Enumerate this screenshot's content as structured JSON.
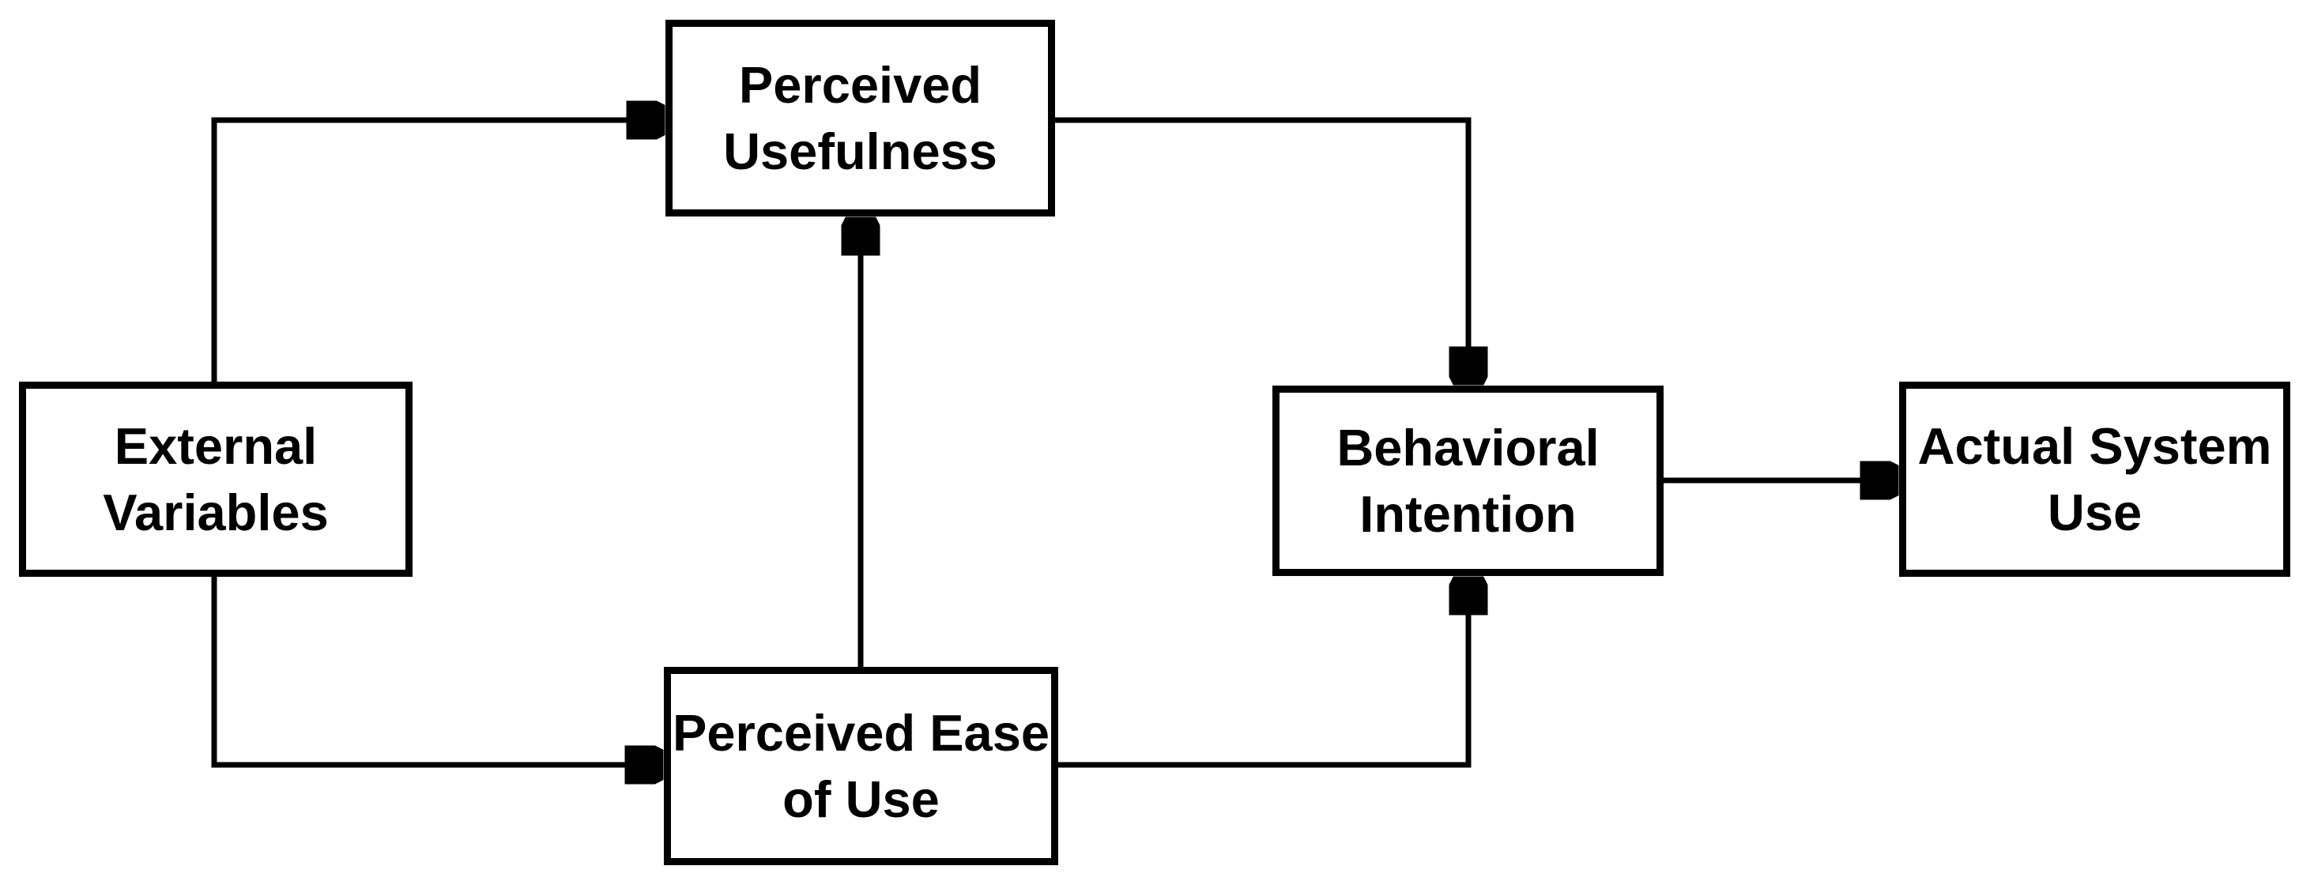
{
  "diagram": {
    "type": "flowchart",
    "background": "#ffffff",
    "nodes": [
      {
        "id": "external-variables",
        "label": "External\nVariables"
      },
      {
        "id": "perceived-usefulness",
        "label": "Perceived\nUsefulness"
      },
      {
        "id": "perceived-ease-of-use",
        "label": "Perceived Ease\nof Use"
      },
      {
        "id": "behavioral-intention",
        "label": "Behavioral\nIntention"
      },
      {
        "id": "actual-system-use",
        "label": "Actual System\nUse"
      }
    ],
    "edges": [
      {
        "from": "external-variables",
        "to": "perceived-usefulness",
        "style": "elbow-arrow"
      },
      {
        "from": "external-variables",
        "to": "perceived-ease-of-use",
        "style": "elbow-arrow"
      },
      {
        "from": "perceived-ease-of-use",
        "to": "perceived-usefulness",
        "style": "straight-arrow"
      },
      {
        "from": "perceived-usefulness",
        "to": "behavioral-intention",
        "style": "elbow-arrow"
      },
      {
        "from": "perceived-ease-of-use",
        "to": "behavioral-intention",
        "style": "elbow-arrow"
      },
      {
        "from": "behavioral-intention",
        "to": "actual-system-use",
        "style": "straight-arrow"
      }
    ],
    "colors": {
      "line": "#000000",
      "text": "#000000",
      "node_fill": "#ffffff",
      "background": "#ffffff"
    }
  }
}
